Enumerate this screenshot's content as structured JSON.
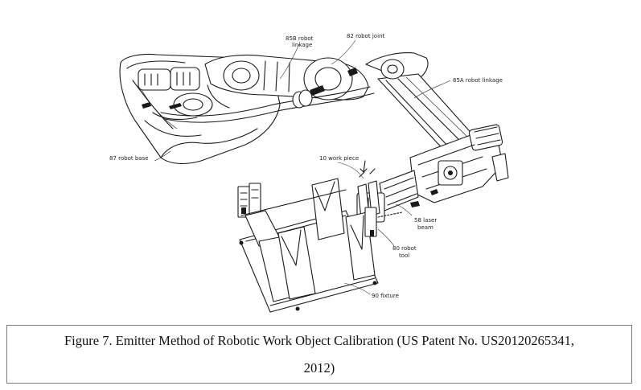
{
  "figure": {
    "labels": {
      "linkage_85b_line1": "85B robot",
      "linkage_85b_line2": "linkage",
      "joint_82": "82 robot joint",
      "linkage_85a": "85A robot linkage",
      "base_87": "87 robot base",
      "work_piece_10": "10 work piece",
      "laser_58_line1": "58 laser",
      "laser_58_line2": "beam",
      "tool_80_line1": "80 robot",
      "tool_80_line2": "tool",
      "fixture_90": "90 fixture"
    }
  },
  "caption": {
    "line1": "Figure 7. Emitter Method of Robotic Work Object Calibration (US Patent No. US20120265341,",
    "line2": "2012)"
  }
}
